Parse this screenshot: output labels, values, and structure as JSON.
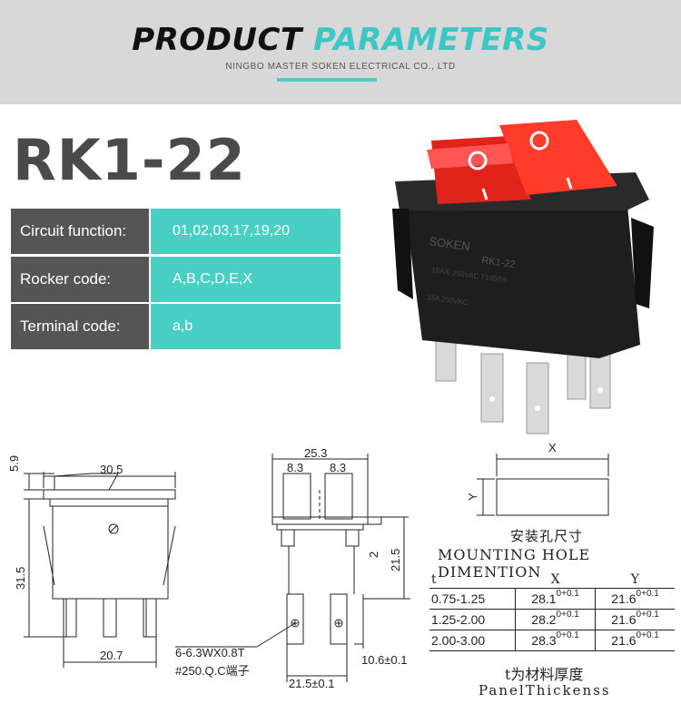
{
  "header": {
    "title_dark": "PRODUCT",
    "title_teal": "PARAMETERS",
    "company": "NINGBO MASTER SOKEN ELECTRICAL CO., LTD",
    "accent_color": "#4fc9c4"
  },
  "model": "RK1-22",
  "params": [
    {
      "label": "Circuit function:",
      "value": "01,02,03,17,19,20"
    },
    {
      "label": "Rocker code:",
      "value": "A,B,C,D,E,X"
    },
    {
      "label": "Terminal code:",
      "value": "a,b"
    }
  ],
  "photo": {
    "brand": "SOKEN",
    "model": "RK1-22",
    "rating_1": "16A/6 250VAC T100/55",
    "rating_2": "16A 250VAC"
  },
  "front_view": {
    "dim_top": "5.9",
    "dim_width": "30.5",
    "dim_height": "31.5",
    "dim_bottom": "20.7"
  },
  "side_view": {
    "dim_width": "25.3",
    "dim_rocker_left": "8.3",
    "dim_rocker_right": "8.3",
    "dim_step": "2",
    "dim_height": "21.5",
    "terminal_note_1": "6-6.3WX0.8T",
    "terminal_note_2": "#250.Q.C端子",
    "dim_terminal_height": "10.6±0.1",
    "dim_terminal_span": "21.5±0.1"
  },
  "mounting": {
    "x_label": "X",
    "y_label": "Y",
    "title_cn": "安装孔尺寸",
    "title_en": "MOUNTING HOLE DIMENTION",
    "columns": [
      "t",
      "X",
      "Y"
    ],
    "rows": [
      {
        "t": "0.75-1.25",
        "x": "28.1",
        "x_tol_up": "+0.1",
        "x_tol_dn": "0",
        "y": "21.6",
        "y_tol_up": "+0.1",
        "y_tol_dn": "0"
      },
      {
        "t": "1.25-2.00",
        "x": "28.2",
        "x_tol_up": "+0.1",
        "x_tol_dn": "0",
        "y": "21.6",
        "y_tol_up": "+0.1",
        "y_tol_dn": "0"
      },
      {
        "t": "2.00-3.00",
        "x": "28.3",
        "x_tol_up": "+0.1",
        "x_tol_dn": "0",
        "y": "21.6",
        "y_tol_up": "+0.1",
        "y_tol_dn": "0"
      }
    ],
    "footer_cn": "t为材料厚度",
    "footer_en": "PanelThickenss"
  }
}
